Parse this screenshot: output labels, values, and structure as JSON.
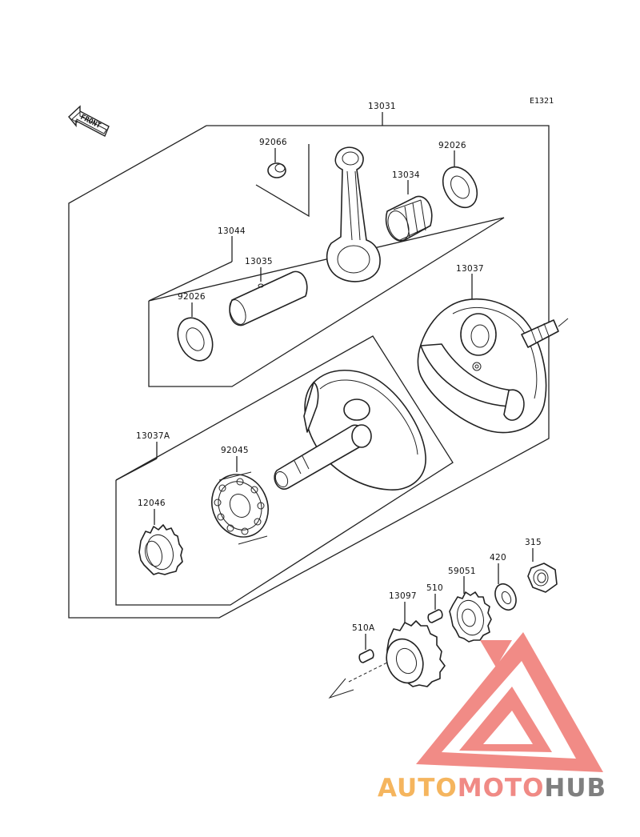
{
  "diagram": {
    "code": "E1321",
    "front_label": "FRONT",
    "parts": {
      "p13031": "13031",
      "p92066": "92066",
      "p92026a": "92026",
      "p13034": "13034",
      "p13044": "13044",
      "p13035": "13035",
      "p92026b": "92026",
      "p13037": "13037",
      "p13037A": "13037A",
      "p92045": "92045",
      "p12046": "12046",
      "p315": "315",
      "p420": "420",
      "p59051": "59051",
      "p510": "510",
      "p13097": "13097",
      "p510A": "510A"
    }
  },
  "watermark": {
    "brand_part1": "AUTO",
    "brand_part2": "MOTO",
    "brand_part3": "HUB",
    "color_auto": "#f5b55e",
    "color_moto": "#f08a85",
    "color_hub": "#7f7f7f",
    "logo_color": "#f07f7a"
  }
}
